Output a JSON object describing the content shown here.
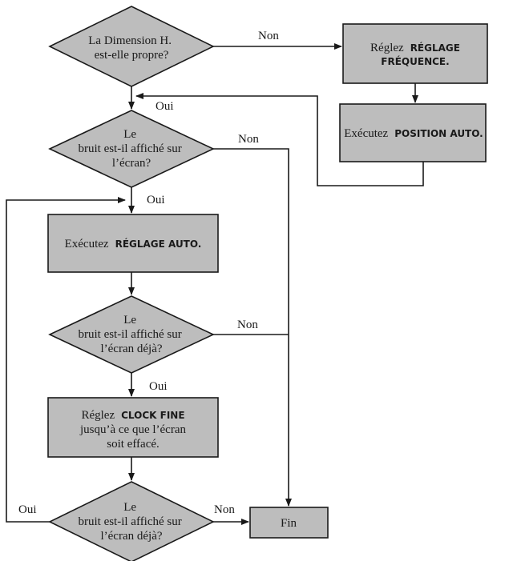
{
  "decisions": {
    "d1": [
      "La Dimension H.",
      "est-elle propre?"
    ],
    "d2": [
      "Le",
      "bruit est-il affiché sur",
      "l’écran?"
    ],
    "d3": [
      "Le",
      "bruit est-il affiché sur",
      "l’écran déjà?"
    ],
    "d4": [
      "Le",
      "bruit est-il affiché sur",
      "l’écran déjà?"
    ]
  },
  "boxes": {
    "frequence": {
      "prefix": "Réglez",
      "command": "RÉGLAGE",
      "command2": "FRÉQUENCE."
    },
    "position": {
      "prefix": "Exécutez",
      "command": "POSITION AUTO."
    },
    "reglage": {
      "prefix": "Exécutez",
      "command": "RÉGLAGE AUTO."
    },
    "clock": {
      "prefix": "Réglez",
      "command": "CLOCK FINE",
      "line2": "jusqu’à ce que l’écran",
      "line3": "soit effacé."
    },
    "fin": {
      "label": "Fin"
    }
  },
  "labels": {
    "non1": "Non",
    "oui1": "Oui",
    "non2": "Non",
    "oui2": "Oui",
    "non3": "Non",
    "oui3": "Oui",
    "oui4": "Oui",
    "non4": "Non"
  },
  "colors": {
    "shape_fill": "#bdbdbd",
    "stroke": "#1a1a1a",
    "background": "#ffffff"
  }
}
